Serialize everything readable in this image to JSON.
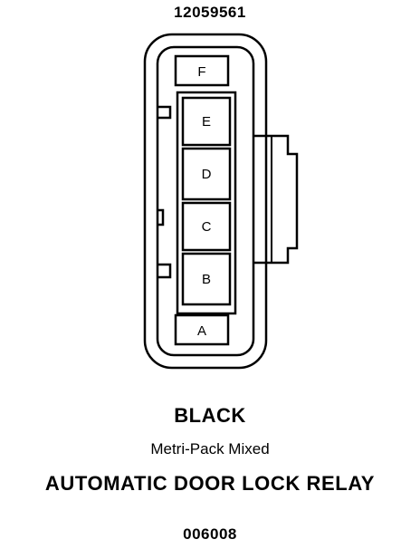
{
  "header": {
    "part_number": "12059561"
  },
  "connector": {
    "color": "BLACK",
    "series": "Metri-Pack Mixed",
    "title": "AUTOMATIC DOOR LOCK RELAY",
    "terminals": [
      "F",
      "E",
      "D",
      "C",
      "B",
      "A"
    ]
  },
  "footer": {
    "code": "006008"
  },
  "colors": {
    "line": "#000000",
    "background": "#ffffff"
  }
}
